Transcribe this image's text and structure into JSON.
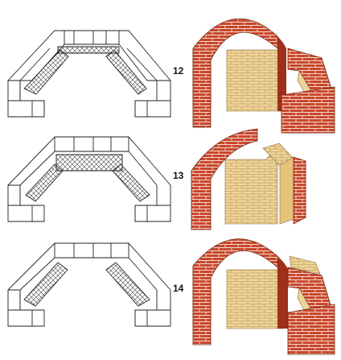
{
  "steps": [
    {
      "number": "12"
    },
    {
      "number": "13"
    },
    {
      "number": "14"
    }
  ],
  "colors": {
    "brick_red": "#c9472b",
    "brick_red_dark": "#9e2f1a",
    "fireclay_brick": "#efd49a",
    "fireclay_brick_dark": "#c9a862",
    "plan_line": "#222222",
    "hatch": "#444444",
    "background": "#ffffff"
  }
}
